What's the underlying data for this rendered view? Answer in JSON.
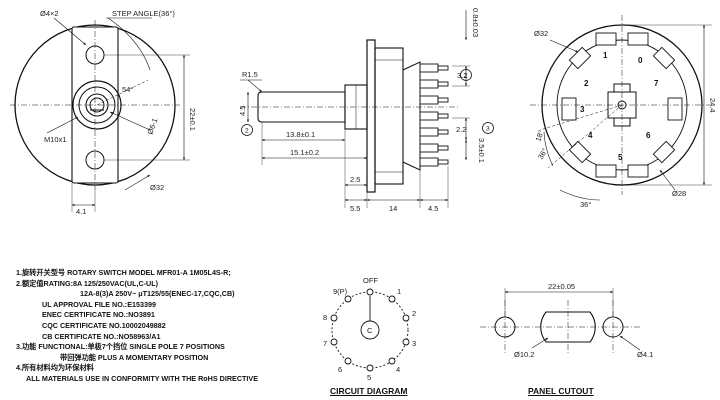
{
  "front_view": {
    "dims": {
      "hole": "Ø4×2",
      "step_angle": "STEP ANGLE(36°)",
      "angle54": "54°",
      "height": "22±0.1",
      "thread": "M10x1",
      "center_hole": "Ø6-1",
      "outer": "Ø32",
      "offset": "4.1"
    }
  },
  "side_view": {
    "dims": {
      "radius": "R1.5",
      "top": "0.8±0.03",
      "pitch": "3.2",
      "shaft_w": "4.5",
      "len1": "13.8±0.1",
      "len2": "15.1±0.2",
      "t22": "2.2",
      "t35": "3.5±0.1",
      "t25": "2.5",
      "b55": "5.5",
      "b14": "14",
      "b45": "4.5"
    },
    "markers": [
      "1",
      "2",
      "3"
    ]
  },
  "rear_view": {
    "dims": {
      "outer": "Ø32",
      "height": "24.4",
      "angle36": "36°",
      "angle18": "18°",
      "inner": "Ø28",
      "angle36b": "36°"
    },
    "terminal_labels": [
      "0",
      "1",
      "2",
      "3",
      "4",
      "5",
      "6",
      "7"
    ]
  },
  "specs": {
    "lines": [
      "1.旋转开关型号 ROTARY SWITCH MODEL MFR01-A 1M05L4S-R;",
      "2.额定值RATING:8A 125/250VAC(UL,C-UL)",
      "12A-8(3)A 250V~ μT125/55(ENEC-17,CQC,CB)",
      "UL APPROVAL FILE NO.:E153399",
      "ENEC CERTIFICATE NO.:NO3891",
      "CQC CERTIFICATE NO.10002049882",
      "CB CERTIFICATE NO.:NO58963/A1",
      "3.功能 FUNCTIONAL:单极7个挡位 SINGLE POLE 7 POSITIONS",
      "带回弹功能 PLUS A MOMENTARY POSITION",
      "4.所有材料均为环保材料",
      "ALL MATERIALS USE IN CONFORMITY WITH THE RoHS DIRECTIVE"
    ]
  },
  "circuit": {
    "title": "CIRCUIT DIAGRAM",
    "positions": [
      "OFF",
      "1",
      "2",
      "3",
      "4",
      "5",
      "6",
      "7",
      "8",
      "9(P)"
    ],
    "common": "C"
  },
  "panel": {
    "title": "PANEL CUTOUT",
    "width": "22±0.05",
    "hole_dia": "Ø10.2",
    "small_hole": "Ø4.1"
  }
}
